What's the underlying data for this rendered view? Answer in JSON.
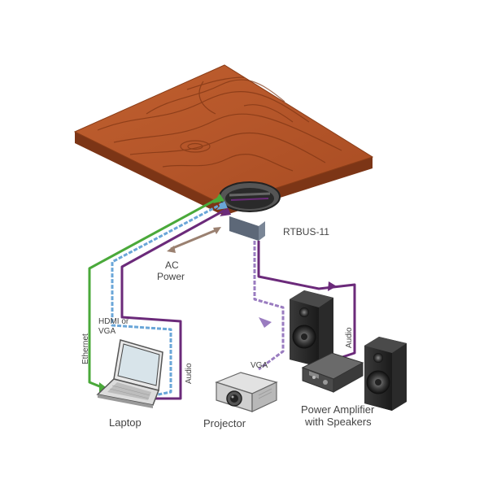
{
  "labels": {
    "device": "RTBUS-11",
    "ac_power_line1": "AC",
    "ac_power_line2": "Power",
    "ethernet": "Ethernet",
    "hdmi_vga_line1": "HDMI or",
    "hdmi_vga_line2": "VGA",
    "audio_laptop": "Audio",
    "vga_projector": "VGA",
    "audio_amp": "Audio",
    "laptop": "Laptop",
    "projector": "Projector",
    "amp_line1": "Power Amplifier",
    "amp_line2": "with Speakers"
  },
  "colors": {
    "table_wood": "#b5562a",
    "table_edge": "#7c3516",
    "ethernet_cable": "#4aa93a",
    "hdmi_cable": "#6aa6d8",
    "audio_cable": "#6b2a7a",
    "vga_cable": "#9a7cc0",
    "power_cable": "#9a8070"
  }
}
